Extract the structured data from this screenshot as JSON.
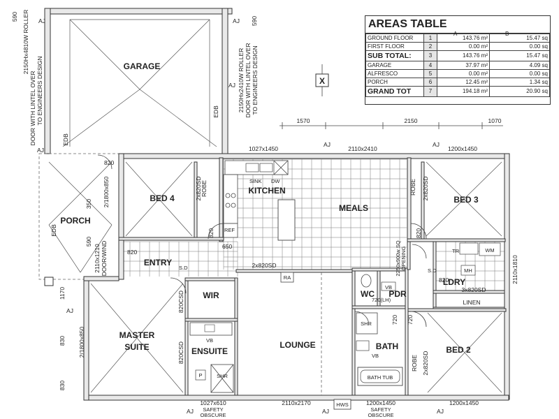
{
  "areas_table": {
    "title": "AREAS TABLE",
    "col_a": "A",
    "col_b": "B",
    "rows": [
      {
        "name": "GROUND FLOOR",
        "num": "1",
        "a": "143.76 m²",
        "b": "15.47",
        "unit": "sq",
        "big": false
      },
      {
        "name": "FIRST FLOOR",
        "num": "2",
        "a": "0.00 m²",
        "b": "0.00",
        "unit": "sq",
        "big": false
      },
      {
        "name": "SUB TOTAL:",
        "num": "3",
        "a": "143.76 m²",
        "b": "15.47",
        "unit": "sq",
        "big": true
      },
      {
        "name": "GARAGE",
        "num": "4",
        "a": "37.97 m²",
        "b": "4.09",
        "unit": "sq",
        "big": false
      },
      {
        "name": "ALFRESCO",
        "num": "5",
        "a": "0.00 m²",
        "b": "0.00",
        "unit": "sq",
        "big": false
      },
      {
        "name": "PORCH",
        "num": "6",
        "a": "12.45 m²",
        "b": "1.34",
        "unit": "sq",
        "big": false
      },
      {
        "name": "GRAND TOT",
        "num": "7",
        "a": "194.18 m²",
        "b": "20.90",
        "unit": "sq",
        "big": true
      }
    ]
  },
  "rooms": {
    "garage": "GARAGE",
    "porch": "PORCH",
    "bed4": "BED 4",
    "kitchen": "KITCHEN",
    "meals": "MEALS",
    "bed3": "BED 3",
    "entry": "ENTRY",
    "wir": "WIR",
    "master": "MASTER",
    "suite": "SUITE",
    "ensuite": "ENSUITE",
    "lounge": "LOUNGE",
    "wc": "WC",
    "pdr": "PDR",
    "ldry": "LDRY",
    "linen": "LINEN",
    "bath": "BATH",
    "bed2": "BED 2"
  },
  "fixtures": {
    "sink": "SINK",
    "dw": "DW",
    "ref": "REF",
    "robe": "ROBE",
    "ra": "RA",
    "shr": "SHR",
    "vb": "VB",
    "bath_tub": "BATH TUB",
    "tr": "TR",
    "wm": "WM",
    "mh": "MH",
    "p": "P",
    "sd": "S.D",
    "hws": "HWS",
    "edb": "EDB",
    "x_marker": "X",
    "aj": "AJ"
  },
  "notes": {
    "garage_door_left": [
      "2150Hx4810W ROLLER",
      "DOOR WITH LINTEL OVER",
      "TO ENGINEERS DESIGN"
    ],
    "garage_door_right": [
      "2150Hx2410W ROLLER",
      "DOOR WITH LINTEL OVER",
      "TO ENGINEERS DESIGN"
    ],
    "door_wind": [
      "2110x1210",
      "DOOR/WIND"
    ],
    "laundry_sd": "3x820SD",
    "entry_sd": "2x820SD",
    "opening": [
      "2250x900w SQ",
      "OPENING"
    ],
    "safety_obscure": [
      "SAFETY",
      "OBSCURE"
    ],
    "pdr_door": "720(LH)"
  },
  "dimensions": {
    "top": [
      "1570",
      "2150",
      "1070"
    ],
    "left": [
      "590",
      "350",
      "590",
      "1170",
      "830",
      "830"
    ],
    "windows_top": [
      "1027x1450",
      "2110x2410",
      "1200x1450"
    ],
    "windows_bottom": [
      "1027x610",
      "2110x2170",
      "1200x1450",
      "1200x1450"
    ],
    "right": [
      "2110x1810"
    ],
    "doors": [
      "820",
      "820",
      "820",
      "820",
      "820",
      "720",
      "720",
      "650",
      "2x820SD",
      "2/1800x850",
      "2/1800x850",
      "820CSD",
      "820CSD",
      "2x820SD",
      "2x820SD",
      "2x820SD"
    ]
  }
}
